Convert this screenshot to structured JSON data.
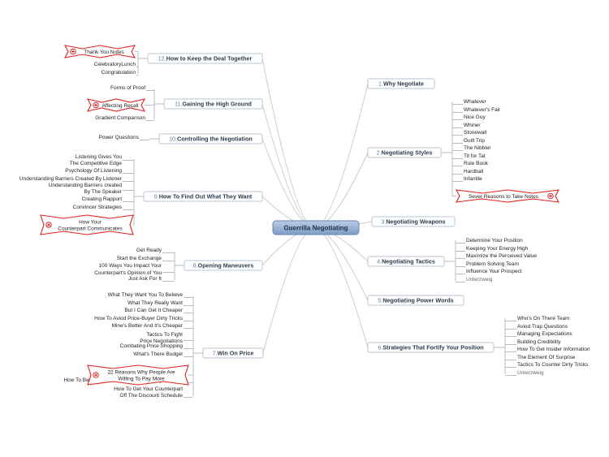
{
  "central_topic": "Guerrilla Negotiating",
  "branches": [
    {
      "number": "1.",
      "label": "Why Negotiate",
      "leaves": []
    },
    {
      "number": "2.",
      "label": "Negotiating Styles",
      "leaves": [
        "Whatever",
        "Whatever's Fair",
        "Nice Guy",
        "Whiner",
        "Stonewall",
        "Guilt Trip",
        "The Nibbler",
        "Tit for Tat",
        "Rule Book",
        "Hardball",
        "Infantile",
        "Sever Reasons to Take Notes"
      ]
    },
    {
      "number": "3.",
      "label": "Negotiating Weapons",
      "leaves": []
    },
    {
      "number": "4.",
      "label": "Negotiating Tactics",
      "leaves": [
        "Determine Your Position",
        "Keeping Your Energy High",
        "Maximize the Perceived Value",
        "Problem Solving Team",
        "Influence Your Prospect",
        "Unterzweig"
      ]
    },
    {
      "number": "5.",
      "label": "Negotiating Power Words",
      "leaves": []
    },
    {
      "number": "6.",
      "label": "Strategies That Fortify Your Position",
      "leaves": [
        "Who's On There Team",
        "Aviod Trap Questions",
        "Managing Expectations",
        "Building Credibility",
        "How To Get Insider Information",
        "The Element Of Surprise",
        "Tactics To Counter Dirty Tricks",
        "Unterzweig"
      ]
    },
    {
      "number": "7.",
      "label": "Win On Price",
      "leaves": [
        "What They Want You To Believe",
        "What They Really Want",
        "But I Can Get It Cheaper",
        "How To Aviod Price-Buyer Dirty Tricks",
        "Mine's Better And It's Cheaper",
        "Tactics To Fight Price Negotiations",
        "Combating Price Shopping",
        "What's There Budget",
        "22 Reasons Why People Are Willing To Pay More",
        "How To Be Comfortable Demanding a Higher Price",
        "How To Get Your Counterpart Off The Discount Schedule"
      ]
    },
    {
      "number": "8.",
      "label": "Opening Maneuvers",
      "leaves": [
        "Get Ready",
        "Start the Exchange",
        "100 Ways You Impact Your Counterpart's Opinion of You",
        "Just Ask For It"
      ]
    },
    {
      "number": "9.",
      "label": "How To Find Out What They Want",
      "leaves": [
        "Listening Gives You The Competitive Edge",
        "Psychology Of Listening",
        "Understanding Barriers Created By Listener",
        "Understanding Barriers created By The Speaker",
        "Creating Rapport",
        "Convincer Strategies",
        "How Your Counterpart Communicates"
      ]
    },
    {
      "number": "10.",
      "label": "Controlling the Negotiation",
      "leaves": [
        "Power Questions"
      ]
    },
    {
      "number": "11.",
      "label": "Gaining the High Ground",
      "leaves": [
        "Forms of Proof",
        "Affecting Recall",
        "Gradient Comparison"
      ]
    },
    {
      "number": "12.",
      "label": "How to Keep the Deal Together",
      "leaves": [
        "Thank You Notes",
        "CelebratoryLunch",
        "Congratulation"
      ]
    }
  ]
}
